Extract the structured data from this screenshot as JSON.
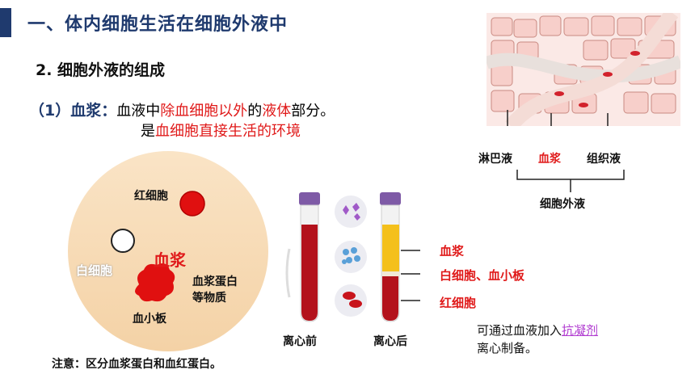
{
  "header": {
    "title": "一、体内细胞生活在细胞外液中"
  },
  "section": {
    "title": "2. 细胞外液的组成"
  },
  "plasma": {
    "tag": "（1）血浆：",
    "def_p1": "血液中",
    "def_p2": "除血细胞以外",
    "def_p3": "的",
    "def_p4": "液体",
    "def_p5": "部分。",
    "env_p1": "是",
    "env_p2": "血细胞直接生活的环境"
  },
  "circle": {
    "rbc": "红细胞",
    "wbc": "白细胞",
    "plasma": "血浆",
    "protein_l1": "血浆蛋白",
    "protein_l2": "等物质",
    "platelet": "血小板"
  },
  "tubes": {
    "before": "离心前",
    "after": "离心后",
    "layer_plasma": "血浆",
    "layer_wbc": "白细胞、血小板",
    "layer_rbc": "红细胞"
  },
  "tissue": {
    "lymph": "淋巴液",
    "plasma": "血浆",
    "interstitial": "组织液",
    "ecf": "细胞外液"
  },
  "note": "注意：区分血浆蛋白和血红蛋白。",
  "prep": {
    "p1": "可通过血液加入",
    "link": "抗凝剂",
    "p2": "离心制备。"
  },
  "colors": {
    "header": "#1f3a6e",
    "highlight": "#e01a1a",
    "link": "#b03ad0",
    "circle_fill": "#f7dcb8"
  }
}
